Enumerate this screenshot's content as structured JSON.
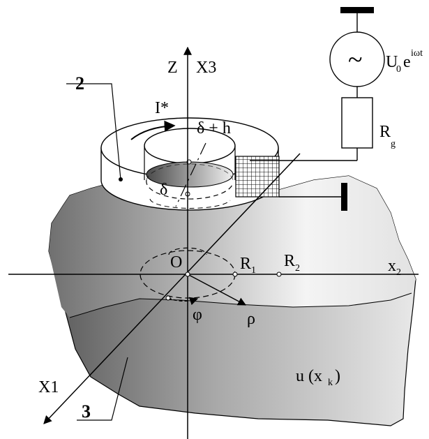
{
  "labels": {
    "z_axis": "Z",
    "x3_axis": "X3",
    "x1_axis": "X1",
    "x2_axis": "x",
    "x2_sub": "2",
    "current": "I*",
    "gap_top": "δ + h",
    "gap_bottom": "δ",
    "origin": "O",
    "r1": "R",
    "r1_sub": "1",
    "r2": "R",
    "r2_sub": "2",
    "phi": "φ",
    "rho": "ρ",
    "generator_symbol": "~",
    "voltage_u": "U",
    "voltage_sub": "0",
    "voltage_e": "e",
    "voltage_exp": "iωt",
    "resistor": "R",
    "resistor_sub": "g",
    "displacement_u": "u",
    "displacement_args": "(x",
    "displacement_sub": "k",
    "displacement_close": ")",
    "label_2": "2",
    "label_3": "3"
  },
  "colors": {
    "ink": "#000000",
    "body_dark": "#585858",
    "body_light": "#e6e6e6",
    "paper": "#ffffff"
  }
}
